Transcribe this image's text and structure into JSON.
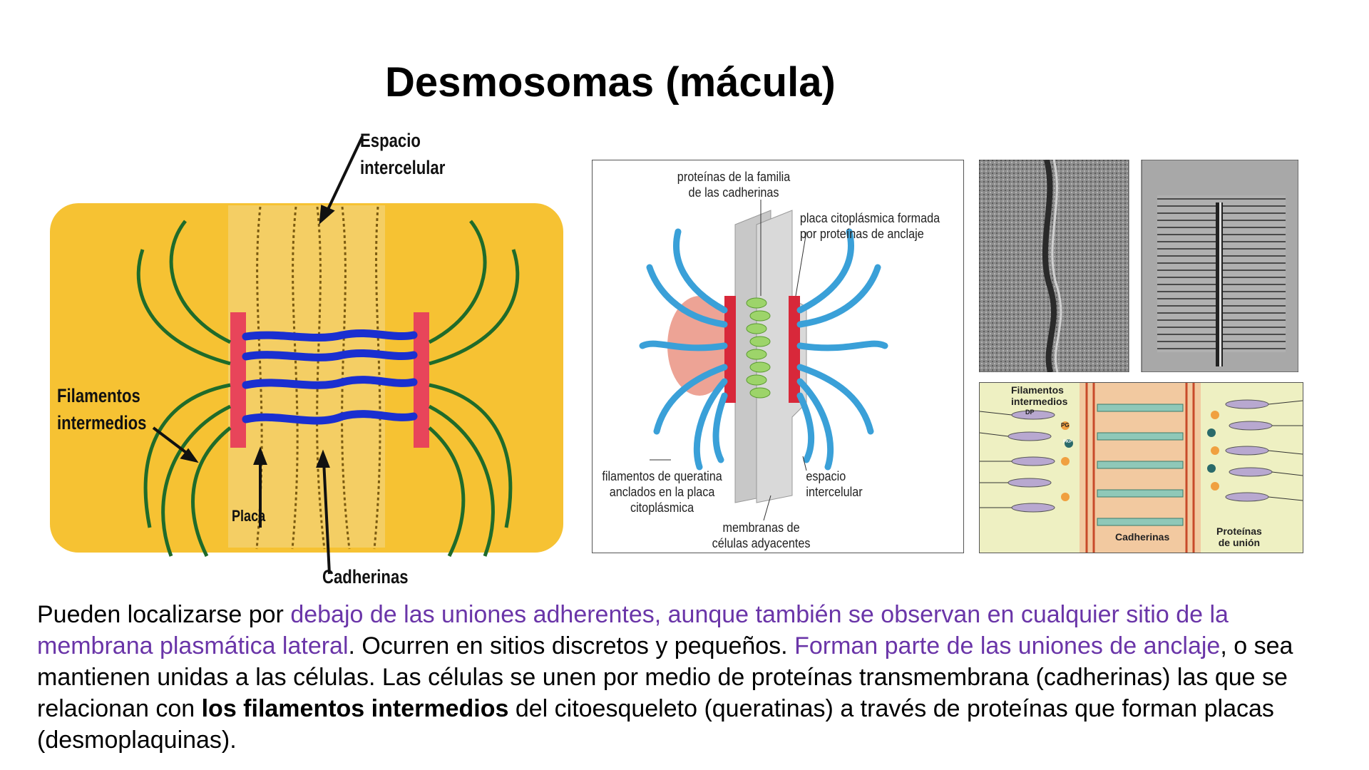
{
  "title": "Desmosomas (mácula)",
  "figure1": {
    "labels": {
      "espacio_line1": "Espacio",
      "espacio_line2": "intercelular",
      "filamentos_line1": "Filamentos",
      "filamentos_line2": "intermedios",
      "placa": "Placa",
      "cadherinas": "Cadherinas"
    },
    "colors": {
      "cell": "#f6c233",
      "plaque": "#e8455a",
      "filament": "#1f6b2a",
      "cadherin": "#1a2fd0"
    }
  },
  "figure2": {
    "labels": {
      "proteinas_line1": "proteínas de la familia",
      "proteinas_line2": "de las cadherinas",
      "placa_line1": "placa citoplásmica formada",
      "placa_line2": "por proteínas de anclaje",
      "filamentos_line1": "filamentos de queratina",
      "filamentos_line2": "anclados en la placa",
      "filamentos_line3": "citoplásmica",
      "espacio_line1": "espacio",
      "espacio_line2": "intercelular",
      "membranas_line1": "membranas de",
      "membranas_line2": "células adyacentes"
    },
    "colors": {
      "keratin": "#3aa0d8",
      "cadherin": "#9dd46a",
      "plaque": "#d8283a",
      "membrane": "#c8c8c8"
    }
  },
  "figure4": {
    "labels": {
      "filamentos_line1": "Filamentos",
      "filamentos_line2": "intermedios",
      "cadherinas": "Cadherinas",
      "proteinas_line1": "Proteínas",
      "proteinas_line2": "de unión",
      "dp": "DP",
      "pg": "PG",
      "pkp": "PKP"
    }
  },
  "paragraph": {
    "s1": "Pueden localizarse por ",
    "s2": "debajo de las uniones adherentes, aunque también se observan en cualquier sitio de la membrana plasmática lateral",
    "s3": ". Ocurren en sitios discretos y pequeños. ",
    "s4": "Forman parte de las uniones de anclaje",
    "s5": ", o sea mantienen unidas a las células. Las células se unen por medio de proteínas transmembrana (cadherinas) las que se relacionan con ",
    "s6": "los filamentos intermedios",
    "s7": " del citoesqueleto (queratinas) a través de proteínas que forman placas (desmoplaquinas)."
  }
}
